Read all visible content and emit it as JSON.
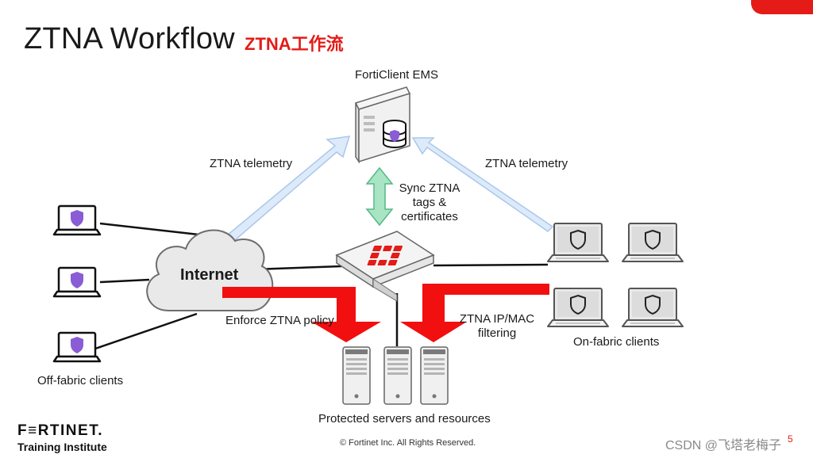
{
  "slide": {
    "title": "ZTNA Workflow",
    "subtitle": "ZTNA工作流",
    "copyright": "© Fortinet Inc. All Rights Reserved.",
    "watermark": "CSDN @飞塔老梅子",
    "page_number": "5"
  },
  "brand": {
    "logo": "F≡RTINET.",
    "logo_sub": "Training Institute",
    "accent": "#e41b17"
  },
  "diagram": {
    "ems_label": "FortiClient EMS",
    "telemetry_left": "ZTNA telemetry",
    "telemetry_right": "ZTNA telemetry",
    "sync_label": [
      "Sync ZTNA",
      "tags &",
      "certificates"
    ],
    "internet_label": "Internet",
    "enforce_label": "Enforce ZTNA policy",
    "ipmac_label": [
      "ZTNA IP/MAC",
      "filtering"
    ],
    "onfabric_label": "On-fabric clients",
    "offfabric_label": "Off-fabric clients",
    "servers_label": "Protected servers and resources"
  },
  "icons": [
    "server-icon",
    "database-icon",
    "firewall-icon",
    "cloud-icon",
    "laptop-icon",
    "shield-icon"
  ]
}
